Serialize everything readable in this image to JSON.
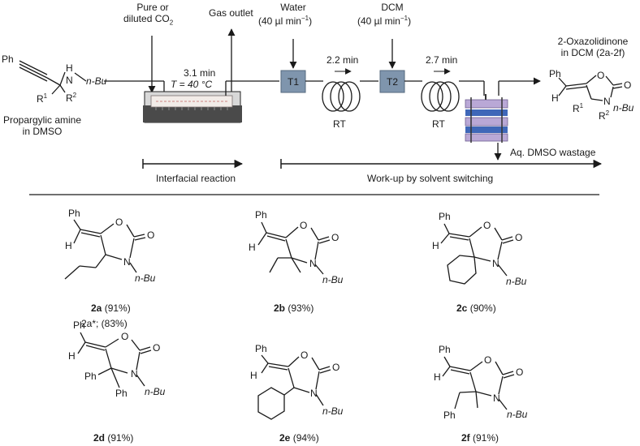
{
  "flow": {
    "reactant_ph": "Ph",
    "reactant_nh": "H",
    "reactant_n": "N",
    "reactant_nbu": "n-Bu",
    "reactant_r1": "R",
    "reactant_r1_sup": "1",
    "reactant_r2": "R",
    "reactant_r2_sup": "2",
    "reactant_label_1": "Propargylic amine",
    "reactant_label_2": "in DMSO",
    "co2_label_1": "Pure or",
    "co2_label_2": "diluted CO",
    "co2_label_sub": "2",
    "gas_outlet": "Gas outlet",
    "time_1": "3.1 min",
    "temp_1": "T = 40 °C",
    "water_label": "Water",
    "water_rate": "(40 µl min",
    "dcm_label": "DCM",
    "dcm_rate": "(40 µl min",
    "rate_sup": "−1",
    "t1": "T1",
    "t2": "T2",
    "time_2": "2.2 min",
    "time_3": "2.7 min",
    "rt_1": "RT",
    "rt_2": "RT",
    "product_label_1": "2-Oxazolidinone",
    "product_label_2": "in DCM (2a-2f)",
    "wastage": "Aq. DMSO wastage",
    "stage_1": "Interfacial reaction",
    "stage_2": "Work-up by solvent switching"
  },
  "atoms": {
    "ph": "Ph",
    "h": "H",
    "o": "O",
    "n": "N",
    "nbu": "n-Bu",
    "r1": "R",
    "r2": "R",
    "sup1": "1",
    "sup2": "2"
  },
  "compounds": [
    {
      "id": "2a",
      "yield": "(91%)",
      "extra": "2a*; (83%)"
    },
    {
      "id": "2b",
      "yield": "(93%)"
    },
    {
      "id": "2c",
      "yield": "(90%)"
    },
    {
      "id": "2d",
      "yield": "(91%)"
    },
    {
      "id": "2e",
      "yield": "(94%)"
    },
    {
      "id": "2f",
      "yield": "(91%)"
    }
  ],
  "colors": {
    "ink": "#1a1a1a",
    "t_box": "#7f95ad",
    "t_box_stroke": "#56697e",
    "cell_dark": "#444444",
    "separator_stack_purple": "#b9a8d6",
    "separator_stack_blue": "#3f67b8"
  }
}
